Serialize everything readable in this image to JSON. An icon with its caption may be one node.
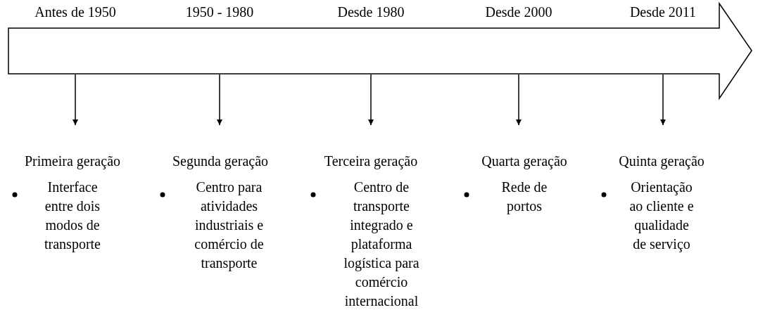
{
  "diagram": {
    "nodes": [
      {
        "text": [],
        "shape": "arrow"
      },
      {
        "text": [
          "Primeira geração",
          "Interface entre dois modos de transporte"
        ]
      },
      {
        "text": [
          "Segunda geração",
          "Centro para atividades industriais e comércio de transporte"
        ]
      },
      {
        "text": [
          "Terceira geração",
          "Centro de transporte integrado e plataforma logística para comércio internacional"
        ]
      },
      {
        "text": [
          "Quarta geração",
          "Rede de portos"
        ]
      },
      {
        "text": [
          "Quinta geração",
          "Orientação ao cliente e qualidade de serviço"
        ]
      }
    ],
    "edges": [
      {
        "from": 0,
        "to": 1,
        "arrow": "to"
      },
      {
        "from": 0,
        "to": 2,
        "arrow": "to"
      },
      {
        "from": 0,
        "to": 3,
        "arrow": "to"
      },
      {
        "from": 0,
        "to": 4,
        "arrow": "to"
      },
      {
        "from": 0,
        "to": 5,
        "arrow": "to"
      }
    ],
    "labels": [
      "Antes de 1950",
      "1950 - 1980",
      "Desde 1980",
      "Desde 2000",
      "Desde 2011"
    ]
  }
}
